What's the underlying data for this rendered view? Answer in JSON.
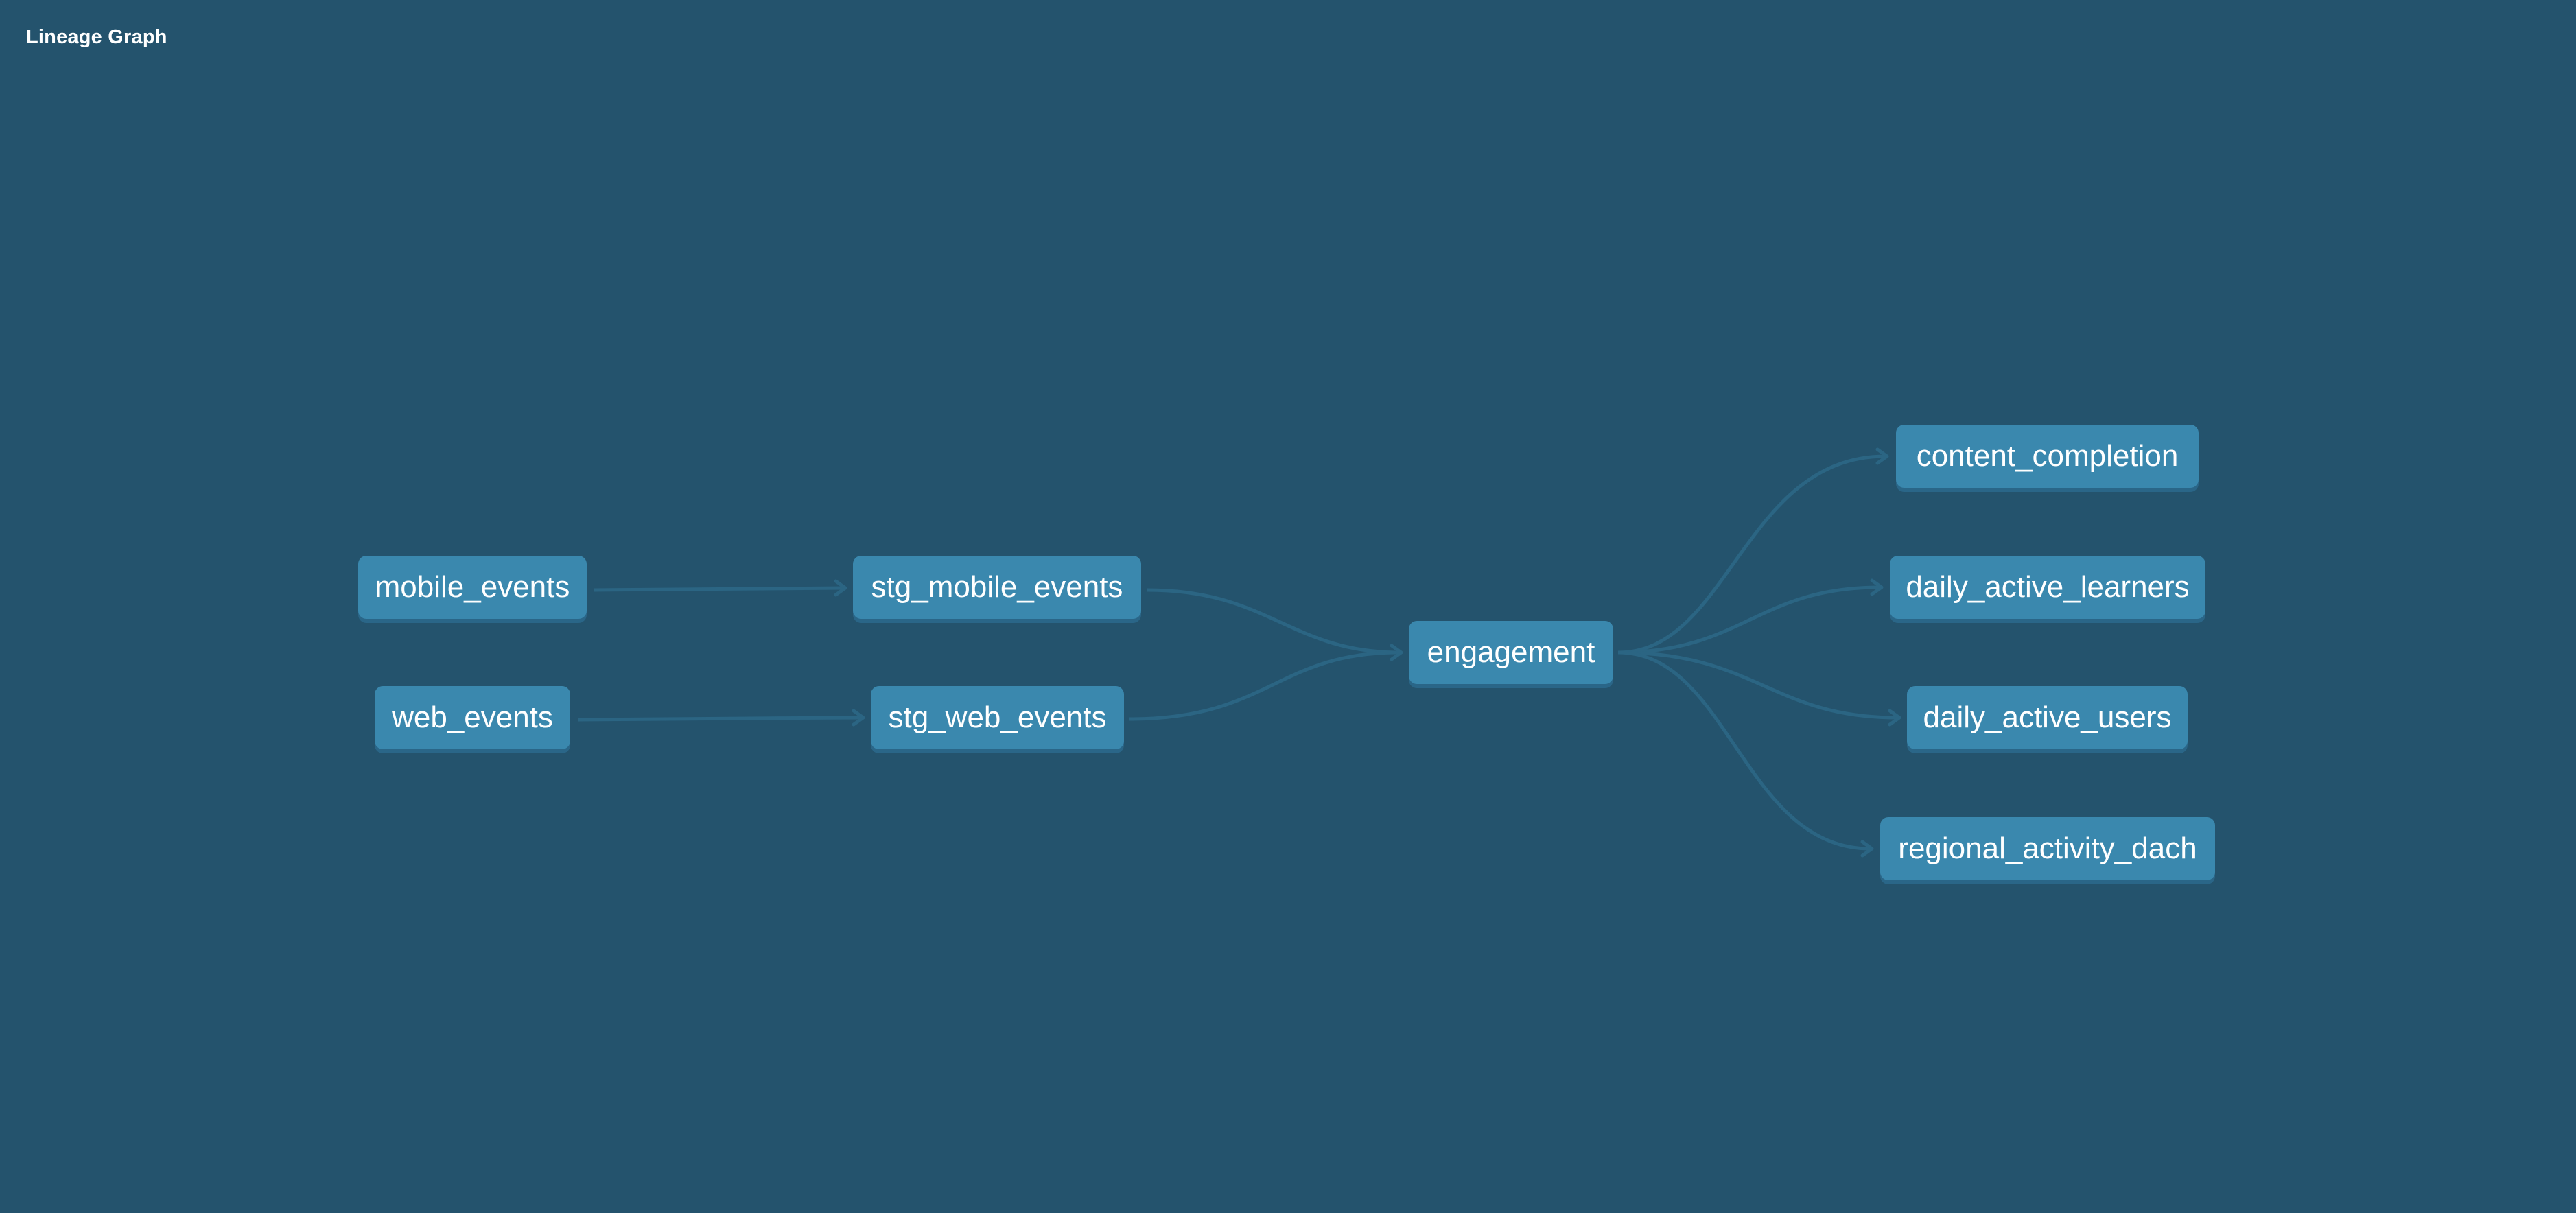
{
  "header": {
    "title": "Lineage Graph"
  },
  "graph": {
    "nodes": [
      {
        "id": "mobile_events",
        "label": "mobile_events"
      },
      {
        "id": "web_events",
        "label": "web_events"
      },
      {
        "id": "stg_mobile_events",
        "label": "stg_mobile_events"
      },
      {
        "id": "stg_web_events",
        "label": "stg_web_events"
      },
      {
        "id": "engagement",
        "label": "engagement"
      },
      {
        "id": "content_completion",
        "label": "content_completion"
      },
      {
        "id": "daily_active_learners",
        "label": "daily_active_learners"
      },
      {
        "id": "daily_active_users",
        "label": "daily_active_users"
      },
      {
        "id": "regional_activity_dach",
        "label": "regional_activity_dach"
      }
    ],
    "edges": [
      {
        "from": "mobile_events",
        "to": "stg_mobile_events"
      },
      {
        "from": "web_events",
        "to": "stg_web_events"
      },
      {
        "from": "stg_mobile_events",
        "to": "engagement"
      },
      {
        "from": "stg_web_events",
        "to": "engagement"
      },
      {
        "from": "engagement",
        "to": "content_completion"
      },
      {
        "from": "engagement",
        "to": "daily_active_learners"
      },
      {
        "from": "engagement",
        "to": "daily_active_users"
      },
      {
        "from": "engagement",
        "to": "regional_activity_dach"
      }
    ]
  },
  "colors": {
    "background": "#24536d",
    "node_fill": "#3a88ae",
    "node_shadow": "#2a6688",
    "edge": "#2b6583",
    "text": "#ffffff"
  }
}
